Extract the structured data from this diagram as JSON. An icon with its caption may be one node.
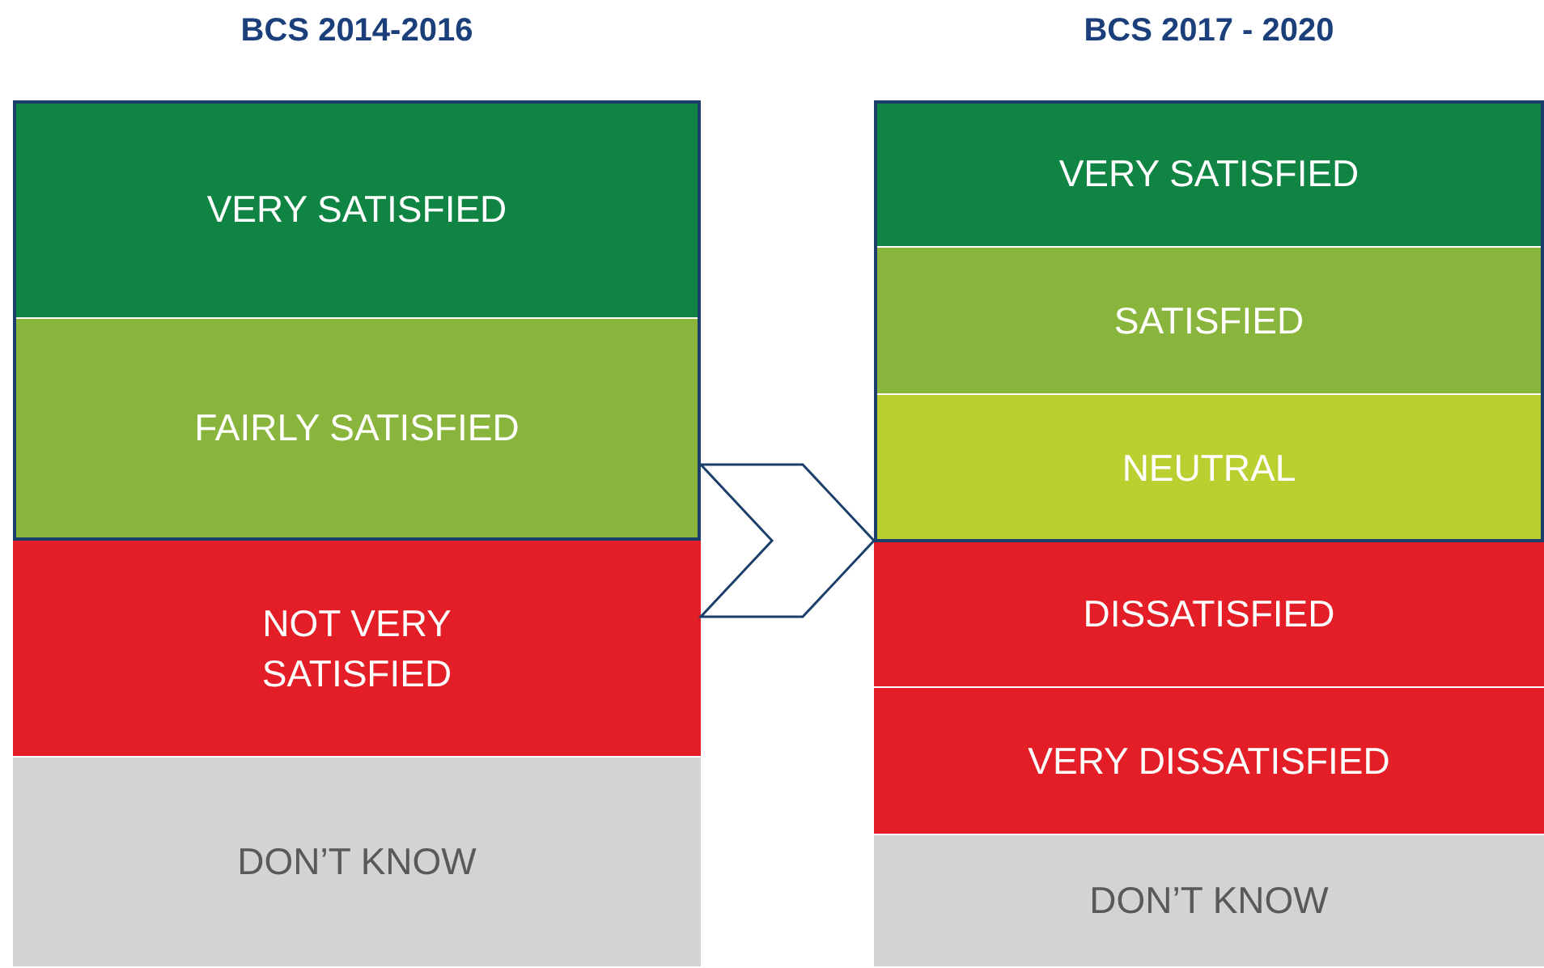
{
  "diagram": {
    "nodes": [
      {
        "text": [
          "BCS 2014-2016"
        ]
      },
      {
        "text": [
          "VERY SATISFIED"
        ],
        "in": 0
      },
      {
        "text": [
          "FAIRLY SATISFIED"
        ],
        "in": 0
      },
      {
        "text": [
          "NOT VERY SATISFIED"
        ]
      },
      {
        "text": [
          "DON’T KNOW"
        ]
      },
      {
        "text": [
          "BCS 2017 - 2020"
        ]
      },
      {
        "text": [
          "VERY SATISFIED"
        ],
        "in": 5
      },
      {
        "text": [
          "SATISFIED"
        ],
        "in": 5
      },
      {
        "text": [
          "NEUTRAL"
        ],
        "in": 5
      },
      {
        "text": [
          "DISSATISFIED"
        ]
      },
      {
        "text": [
          "VERY DISSATISFIED"
        ]
      },
      {
        "text": [
          "DON’T KNOW"
        ]
      }
    ],
    "edges": [
      {
        "from": 0,
        "to": 5,
        "arrow": "to"
      }
    ]
  }
}
